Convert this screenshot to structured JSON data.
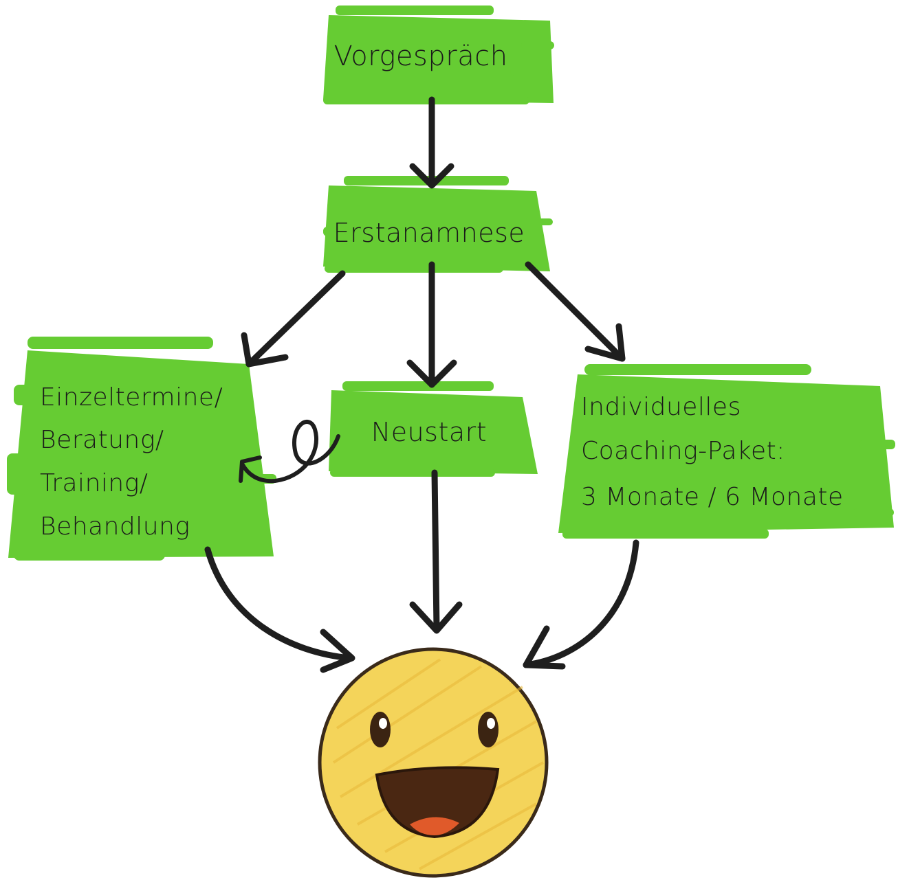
{
  "diagram": {
    "nodes": {
      "vorgespraech": {
        "label": "Vorgespräch"
      },
      "erstanamnese": {
        "label": "Erstanamnese"
      },
      "einzeltermine": {
        "lines": [
          "Einzeltermine/",
          "Beratung/",
          "Training/",
          "Behandlung"
        ]
      },
      "neustart": {
        "label": "Neustart"
      },
      "coaching": {
        "lines": [
          "Individuelles",
          "Coaching-Paket:",
          "3 Monate / 6 Monate"
        ]
      }
    },
    "colors": {
      "node_fill": "#66cc33",
      "node_fill_light": "#7ad645",
      "arrow": "#1e1e1e",
      "smiley_face": "#f4d45a",
      "smiley_outline": "#3a2a1a",
      "smiley_mouth": "#4a2712",
      "smiley_tongue": "#e05a2a"
    },
    "icons": {
      "result": "smiley-face-icon"
    }
  }
}
